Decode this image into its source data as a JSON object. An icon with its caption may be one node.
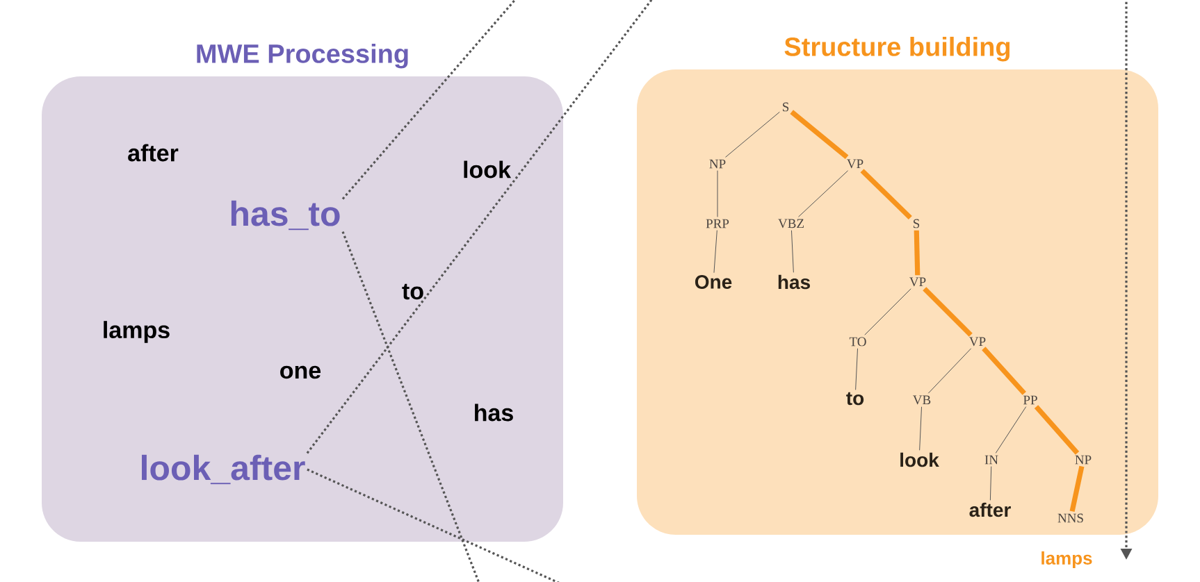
{
  "diagram": {
    "nodes": [
      {
        "text": [
          "MWE Processing"
        ]
      },
      {
        "text": [
          "has_to"
        ],
        "in": 0
      },
      {
        "text": [
          "look_after"
        ],
        "in": 0
      },
      {
        "text": [
          "Structure building"
        ]
      },
      {
        "text": [
          "S"
        ],
        "in": 3
      },
      {
        "text": [
          "NP"
        ],
        "in": 3
      },
      {
        "text": [
          "VP"
        ],
        "in": 3
      },
      {
        "text": [
          "PRP"
        ],
        "in": 3
      },
      {
        "text": [
          "VBZ"
        ],
        "in": 3
      },
      {
        "text": [
          "S"
        ],
        "in": 3
      },
      {
        "text": [
          "One"
        ],
        "in": 3
      },
      {
        "text": [
          "has"
        ],
        "in": 3
      },
      {
        "text": [
          "VP"
        ],
        "in": 3
      },
      {
        "text": [
          "TO"
        ],
        "in": 3
      },
      {
        "text": [
          "VP"
        ],
        "in": 3
      },
      {
        "text": [
          "to"
        ],
        "in": 3
      },
      {
        "text": [
          "VB"
        ],
        "in": 3
      },
      {
        "text": [
          "PP"
        ],
        "in": 3
      },
      {
        "text": [
          "look"
        ],
        "in": 3
      },
      {
        "text": [
          "IN"
        ],
        "in": 3
      },
      {
        "text": [
          "NP"
        ],
        "in": 3
      },
      {
        "text": [
          "after"
        ],
        "in": 3
      },
      {
        "text": [
          "NNS"
        ],
        "in": 3
      },
      {
        "text": [
          "lamps"
        ]
      }
    ],
    "edges": [
      {
        "from": 1,
        "to": null,
        "arrow": "none",
        "style": "dashed",
        "color": "#555555"
      },
      {
        "from": 1,
        "to": null,
        "arrow": "none",
        "style": "dashed",
        "color": "#555555"
      },
      {
        "from": 2,
        "to": null,
        "arrow": "none",
        "style": "dashed",
        "color": "#555555"
      },
      {
        "from": 2,
        "to": null,
        "arrow": "none",
        "style": "dashed",
        "color": "#555555"
      },
      {
        "from": null,
        "to": 23,
        "arrow": "to",
        "style": "dashed",
        "color": "#555555"
      },
      {
        "from": 4,
        "to": 5,
        "arrow": "none"
      },
      {
        "from": 4,
        "to": 6,
        "arrow": "none",
        "style": "thick",
        "color": "#f7941d"
      },
      {
        "from": 5,
        "to": 7,
        "arrow": "none"
      },
      {
        "from": 6,
        "to": 8,
        "arrow": "none"
      },
      {
        "from": 6,
        "to": 9,
        "arrow": "none",
        "style": "thick",
        "color": "#f7941d"
      },
      {
        "from": 7,
        "to": 10,
        "arrow": "none"
      },
      {
        "from": 8,
        "to": 11,
        "arrow": "none"
      },
      {
        "from": 9,
        "to": 12,
        "arrow": "none",
        "style": "thick",
        "color": "#f7941d"
      },
      {
        "from": 12,
        "to": 13,
        "arrow": "none"
      },
      {
        "from": 12,
        "to": 14,
        "arrow": "none",
        "style": "thick",
        "color": "#f7941d"
      },
      {
        "from": 13,
        "to": 15,
        "arrow": "none"
      },
      {
        "from": 14,
        "to": 16,
        "arrow": "none"
      },
      {
        "from": 14,
        "to": 17,
        "arrow": "none",
        "style": "thick",
        "color": "#f7941d"
      },
      {
        "from": 16,
        "to": 18,
        "arrow": "none"
      },
      {
        "from": 17,
        "to": 19,
        "arrow": "none"
      },
      {
        "from": 17,
        "to": 20,
        "arrow": "none",
        "style": "thick",
        "color": "#f7941d"
      },
      {
        "from": 19,
        "to": 21,
        "arrow": "none"
      },
      {
        "from": 20,
        "to": 22,
        "arrow": "none",
        "style": "thick",
        "color": "#f7941d"
      }
    ],
    "labels": [
      "after",
      "look",
      "to",
      "lamps",
      "one",
      "has"
    ]
  }
}
